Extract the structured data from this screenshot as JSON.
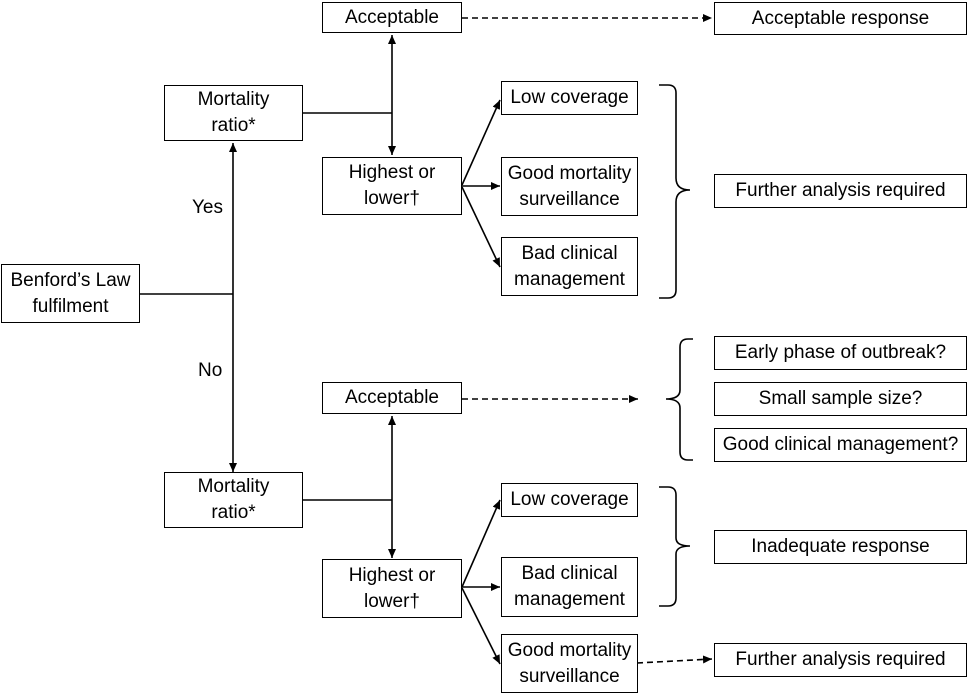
{
  "root": "Benford’s Law\nfulfilment",
  "yes_label": "Yes",
  "no_label": "No",
  "yes_branch": {
    "mortality": "Mortality\nratio*",
    "acceptable": "Acceptable",
    "acceptable_result": "Acceptable response",
    "highest_lower": "Highest or\nlower†",
    "causes": [
      "Low coverage",
      "Good mortality\nsurveillance",
      "Bad clinical\nmanagement"
    ],
    "causes_result": "Further analysis required"
  },
  "no_branch": {
    "mortality": "Mortality\nratio*",
    "acceptable": "Acceptable",
    "acceptable_results": [
      "Early phase of outbreak?",
      "Small sample size?",
      "Good clinical management?"
    ],
    "highest_lower": "Highest or\nlower†",
    "causes": [
      "Low coverage",
      "Bad clinical\nmanagement"
    ],
    "causes_result": "Inadequate response",
    "surveillance": "Good mortality\nsurveillance",
    "surveillance_result": "Further analysis required"
  }
}
